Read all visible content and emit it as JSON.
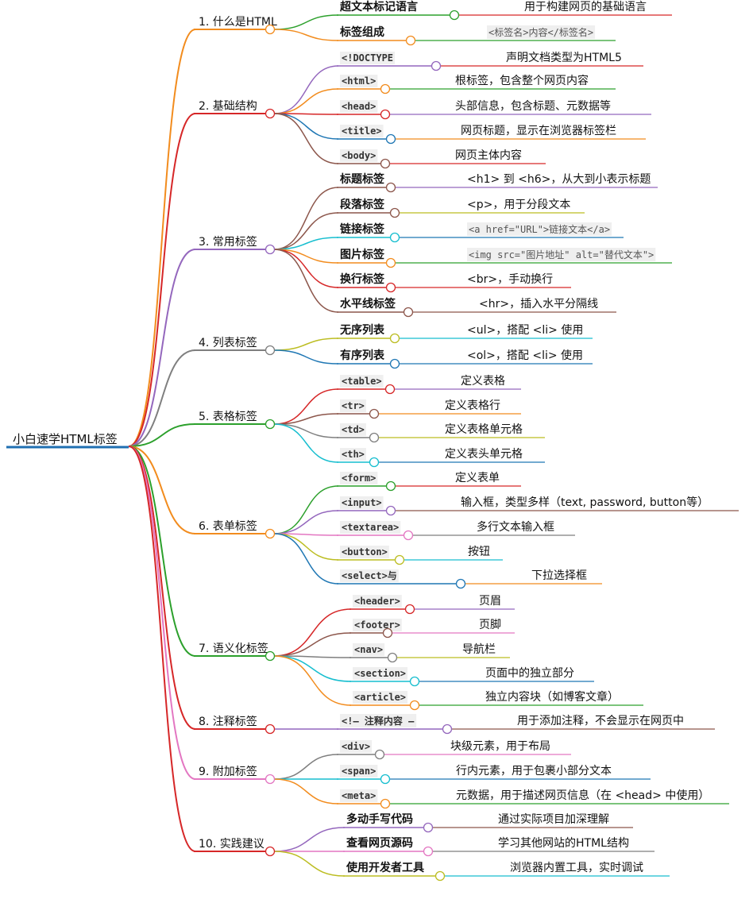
{
  "root": {
    "label": "小白速学HTML标签",
    "color": "#1f6fb2"
  },
  "branches": [
    {
      "label": "1. 什么是HTML",
      "color": "#f28c1e",
      "children": [
        {
          "label": "超文本标记语言",
          "style": "bold",
          "color": "#2ca02c",
          "desc": "用于构建网页的基础语言",
          "desc_style": "plain",
          "desc_color": "#d62728"
        },
        {
          "label": "标签组成",
          "style": "bold",
          "color": "#f28c1e",
          "desc": "<标签名>内容</标签名>",
          "desc_style": "codebox",
          "desc_color": "#2ca02c"
        }
      ]
    },
    {
      "label": "2. 基础结构",
      "color": "#d62728",
      "children": [
        {
          "label": "<!DOCTYPE",
          "style": "code",
          "color": "#9467bd",
          "desc": "声明文档类型为HTML5",
          "desc_style": "plain",
          "desc_color": "#d62728"
        },
        {
          "label": "<html>",
          "style": "code",
          "color": "#f28c1e",
          "desc": "根标签，包含整个网页内容",
          "desc_style": "plain",
          "desc_color": "#2ca02c"
        },
        {
          "label": "<head>",
          "style": "code",
          "color": "#d62728",
          "desc": "头部信息，包含标题、元数据等",
          "desc_style": "plain",
          "desc_color": "#9467bd"
        },
        {
          "label": "<title>",
          "style": "code",
          "color": "#1f77b4",
          "desc": "网页标题，显示在浏览器标签栏",
          "desc_style": "plain",
          "desc_color": "#f28c1e"
        },
        {
          "label": "<body>",
          "style": "code",
          "color": "#8c564b",
          "desc": "网页主体内容",
          "desc_style": "plain",
          "desc_color": "#d62728"
        }
      ]
    },
    {
      "label": "3. 常用标签",
      "color": "#9467bd",
      "children": [
        {
          "label": "标题标签",
          "style": "bold",
          "color": "#8c564b",
          "desc": "<h1> 到 <h6>，从大到小表示标题",
          "desc_style": "mixed",
          "desc_color": "#9467bd"
        },
        {
          "label": "段落标签",
          "style": "bold",
          "color": "#8c564b",
          "desc": "<p>，用于分段文本",
          "desc_style": "mixed",
          "desc_color": "#bcbd22"
        },
        {
          "label": "链接标签",
          "style": "bold",
          "color": "#17becf",
          "desc": "<a href=\"URL\">链接文本</a>",
          "desc_style": "codebox",
          "desc_color": "#1f77b4"
        },
        {
          "label": "图片标签",
          "style": "bold",
          "color": "#f28c1e",
          "desc": "<img src=\"图片地址\" alt=\"替代文本\">",
          "desc_style": "codebox",
          "desc_color": "#2ca02c"
        },
        {
          "label": "换行标签",
          "style": "bold",
          "color": "#d62728",
          "desc": "<br>，手动换行",
          "desc_style": "mixed",
          "desc_color": "#d62728"
        },
        {
          "label": "水平线标签",
          "style": "bold",
          "color": "#8c564b",
          "desc": "<hr>，插入水平分隔线",
          "desc_style": "mixed",
          "desc_color": "#8c564b"
        }
      ]
    },
    {
      "label": "4. 列表标签",
      "color": "#7f7f7f",
      "children": [
        {
          "label": "无序列表",
          "style": "bold",
          "color": "#bcbd22",
          "desc": "<ul>，搭配 <li> 使用",
          "desc_style": "mixed",
          "desc_color": "#17becf"
        },
        {
          "label": "有序列表",
          "style": "bold",
          "color": "#1f77b4",
          "desc": "<ol>，搭配 <li> 使用",
          "desc_style": "mixed",
          "desc_color": "#1f77b4"
        }
      ]
    },
    {
      "label": "5. 表格标签",
      "color": "#2ca02c",
      "children": [
        {
          "label": "<table>",
          "style": "code",
          "color": "#d62728",
          "desc": "定义表格",
          "desc_style": "plain",
          "desc_color": "#9467bd"
        },
        {
          "label": "<tr>",
          "style": "code",
          "color": "#8c564b",
          "desc": "定义表格行",
          "desc_style": "plain",
          "desc_color": "#f28c1e"
        },
        {
          "label": "<td>",
          "style": "code",
          "color": "#7f7f7f",
          "desc": "定义表格单元格",
          "desc_style": "plain",
          "desc_color": "#bcbd22"
        },
        {
          "label": "<th>",
          "style": "code",
          "color": "#17becf",
          "desc": "定义表头单元格",
          "desc_style": "plain",
          "desc_color": "#1f77b4"
        }
      ]
    },
    {
      "label": "6. 表单标签",
      "color": "#f28c1e",
      "children": [
        {
          "label": "<form>",
          "style": "code",
          "color": "#2ca02c",
          "desc": "定义表单",
          "desc_style": "plain",
          "desc_color": "#d62728"
        },
        {
          "label": "<input>",
          "style": "code",
          "color": "#9467bd",
          "desc": "输入框，类型多样（text, password, button等）",
          "desc_style": "plain",
          "desc_color": "#8c564b"
        },
        {
          "label": "<textarea>",
          "style": "code",
          "color": "#e377c2",
          "desc": "多行文本输入框",
          "desc_style": "plain",
          "desc_color": "#7f7f7f"
        },
        {
          "label": "<button>",
          "style": "code",
          "color": "#bcbd22",
          "desc": "按钮",
          "desc_style": "plain",
          "desc_color": "#17becf"
        },
        {
          "label": "<select>与",
          "style": "code",
          "color": "#1f77b4",
          "desc": "下拉选择框",
          "desc_style": "plain",
          "desc_color": "#f28c1e"
        }
      ]
    },
    {
      "label": "7. 语义化标签",
      "color": "#2ca02c",
      "children": [
        {
          "label": "<header>",
          "style": "code",
          "color": "#d62728",
          "desc": "页眉",
          "desc_style": "plain",
          "desc_color": "#9467bd"
        },
        {
          "label": "<footer>",
          "style": "code",
          "color": "#8c564b",
          "desc": "页脚",
          "desc_style": "plain",
          "desc_color": "#e377c2"
        },
        {
          "label": "<nav>",
          "style": "code",
          "color": "#7f7f7f",
          "desc": "导航栏",
          "desc_style": "plain",
          "desc_color": "#bcbd22"
        },
        {
          "label": "<section>",
          "style": "code",
          "color": "#17becf",
          "desc": "页面中的独立部分",
          "desc_style": "plain",
          "desc_color": "#1f77b4"
        },
        {
          "label": "<article>",
          "style": "code",
          "color": "#f28c1e",
          "desc": "独立内容块（如博客文章）",
          "desc_style": "plain",
          "desc_color": "#2ca02c"
        }
      ]
    },
    {
      "label": "8. 注释标签",
      "color": "#d62728",
      "children": [
        {
          "label": "<!— 注释内容 —",
          "style": "code",
          "color": "#9467bd",
          "desc": "用于添加注释，不会显示在网页中",
          "desc_style": "plain",
          "desc_color": "#8c564b"
        }
      ]
    },
    {
      "label": "9. 附加标签",
      "color": "#e377c2",
      "children": [
        {
          "label": "<div>",
          "style": "code",
          "color": "#7f7f7f",
          "desc": "块级元素，用于布局",
          "desc_style": "plain",
          "desc_color": "#e377c2"
        },
        {
          "label": "<span>",
          "style": "code",
          "color": "#17becf",
          "desc": "行内元素，用于包裹小部分文本",
          "desc_style": "plain",
          "desc_color": "#1f77b4"
        },
        {
          "label": "<meta>",
          "style": "code",
          "color": "#f28c1e",
          "desc": "元数据，用于描述网页信息（在 <head> 中使用）",
          "desc_style": "mixed",
          "desc_color": "#2ca02c"
        }
      ]
    },
    {
      "label": "10. 实践建议",
      "color": "#d62728",
      "children": [
        {
          "label": "多动手写代码",
          "style": "bold",
          "color": "#9467bd",
          "desc": "通过实际项目加深理解",
          "desc_style": "plain",
          "desc_color": "#8c564b"
        },
        {
          "label": "查看网页源码",
          "style": "bold",
          "color": "#e377c2",
          "desc": "学习其他网站的HTML结构",
          "desc_style": "plain",
          "desc_color": "#7f7f7f"
        },
        {
          "label": "使用开发者工具",
          "style": "bold",
          "color": "#bcbd22",
          "desc": "浏览器内置工具，实时调试",
          "desc_style": "plain",
          "desc_color": "#17becf"
        }
      ]
    }
  ]
}
